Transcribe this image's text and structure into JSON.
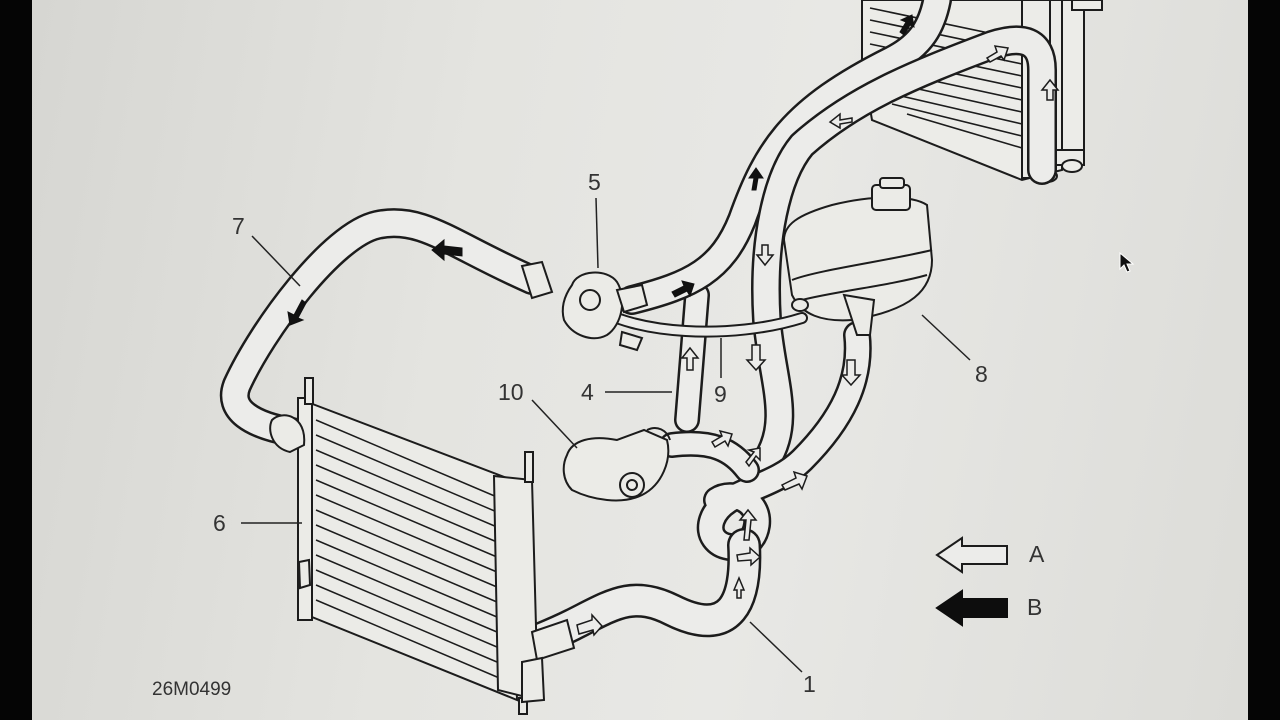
{
  "diagram": {
    "callouts": {
      "c1": "1",
      "c4": "4",
      "c5": "5",
      "c6": "6",
      "c7": "7",
      "c8": "8",
      "c9": "9",
      "c10": "10"
    },
    "legend": {
      "a": "A",
      "b": "B"
    },
    "reference_code": "26M0499"
  },
  "colors": {
    "line": "#1c1c1c",
    "background": "#e5e5e1",
    "frame": "#050505"
  }
}
